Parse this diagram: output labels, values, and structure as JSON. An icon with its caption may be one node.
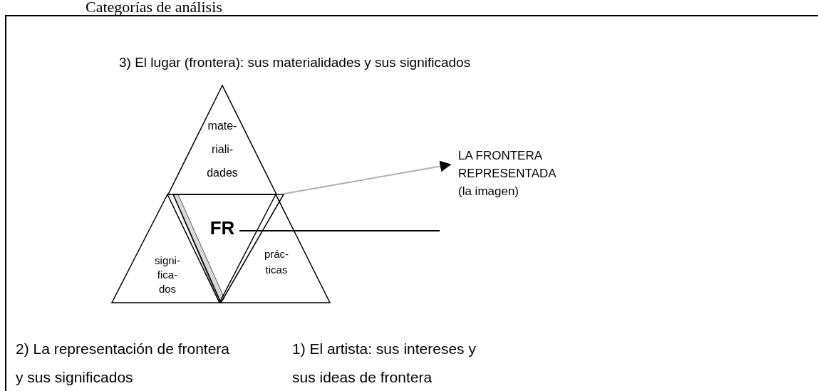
{
  "diagram": {
    "title": "Categorías de análisis",
    "nodes": [
      {
        "text": [
          "mate- riali- dades"
        ]
      },
      {
        "text": [
          "signi- fica- dos"
        ]
      },
      {
        "text": [
          "prác- ticas"
        ]
      },
      {
        "text": [
          "FR"
        ]
      },
      {
        "text": [
          "LA FRONTERA REPRESENTADA (la imagen)"
        ]
      }
    ],
    "edges": [
      {
        "from": 3,
        "to": 4,
        "arrow": "to",
        "color": "#b0b0b0"
      }
    ],
    "labels": [
      "3) El lugar (frontera): sus materialidades y sus significados",
      "2) La representación de frontera y sus significados",
      "1) El artista: sus intereses y sus ideas de frontera"
    ]
  }
}
